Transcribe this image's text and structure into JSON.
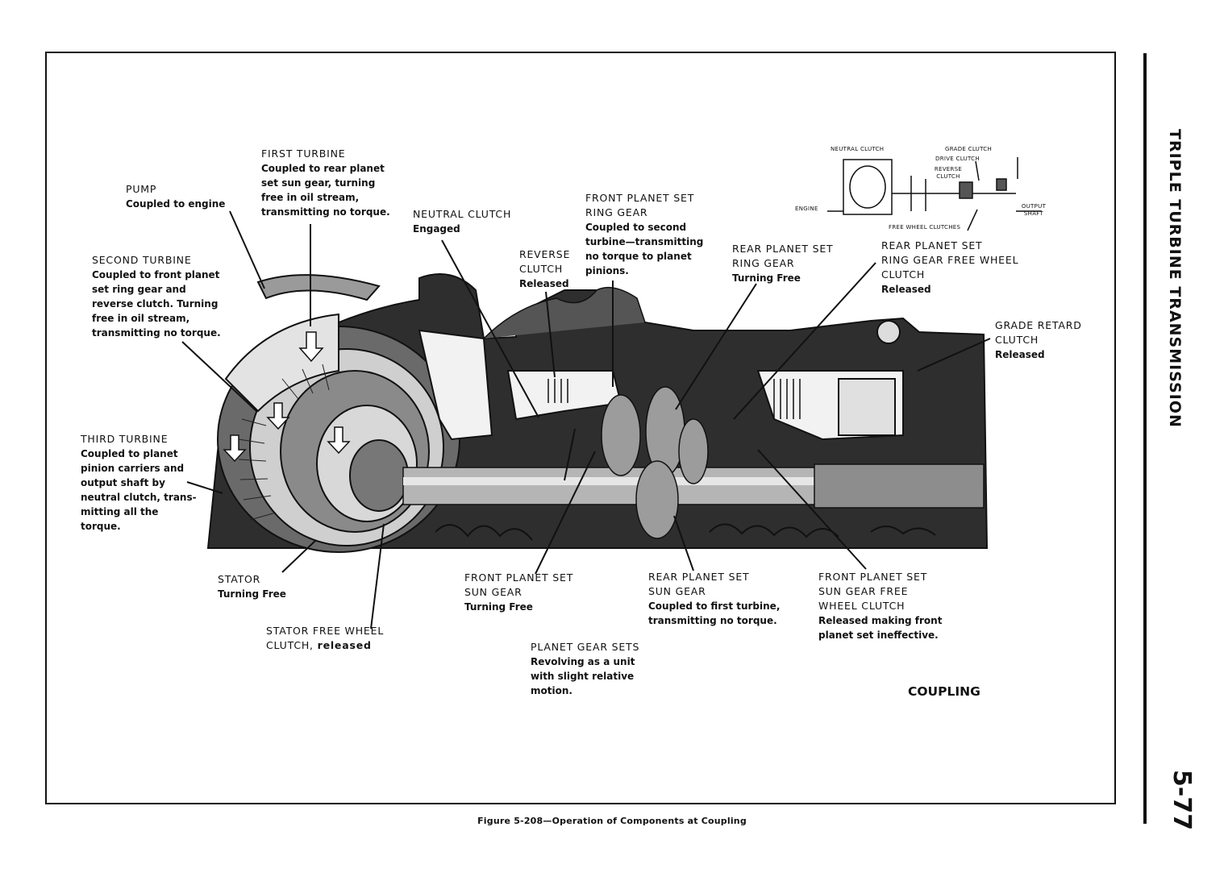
{
  "page": {
    "side_title": "TRIPLE TURBINE TRANSMISSION",
    "page_number": "5-77",
    "caption": "Figure 5-208—Operation of Components at Coupling",
    "mode_label": "COUPLING"
  },
  "inset": {
    "neutral_clutch": "NEUTRAL CLUTCH",
    "grade_clutch": "GRADE CLUTCH",
    "drive_clutch": "DRIVE CLUTCH",
    "reverse_clutch": "REVERSE CLUTCH",
    "engine": "ENGINE",
    "output_shaft": "OUTPUT SHAFT",
    "free_wheel_clutches": "FREE WHEEL CLUTCHES"
  },
  "labels": {
    "pump": {
      "title": "PUMP",
      "desc": [
        "Coupled to engine"
      ]
    },
    "first_turbine": {
      "title": "FIRST TURBINE",
      "desc": [
        "Coupled to rear planet",
        "set sun gear, turning",
        "free in oil stream,",
        "transmitting no torque."
      ]
    },
    "second_turbine": {
      "title": "SECOND TURBINE",
      "desc": [
        "Coupled to front planet",
        "set ring gear and",
        "reverse clutch. Turning",
        "free in oil stream,",
        "transmitting no torque."
      ]
    },
    "third_turbine": {
      "title": "THIRD TURBINE",
      "desc": [
        "Coupled to planet",
        "pinion carriers and",
        "output shaft by",
        "neutral clutch, trans-",
        "mitting all the",
        "torque."
      ]
    },
    "neutral_clutch": {
      "title": "NEUTRAL CLUTCH",
      "desc": [
        "Engaged"
      ]
    },
    "reverse_clutch": {
      "title": [
        "REVERSE",
        "CLUTCH"
      ],
      "desc": [
        "Released"
      ]
    },
    "front_ring_gear": {
      "title": [
        "FRONT PLANET SET",
        "RING GEAR"
      ],
      "desc": [
        "Coupled to second",
        "turbine—transmitting",
        "no torque to planet",
        "pinions."
      ]
    },
    "rear_ring_gear": {
      "title": [
        "REAR PLANET SET",
        "RING GEAR"
      ],
      "desc": [
        "Turning Free"
      ]
    },
    "rear_ring_free_wheel": {
      "title": [
        "REAR PLANET SET",
        "RING GEAR FREE WHEEL",
        "CLUTCH"
      ],
      "desc": [
        "Released"
      ]
    },
    "grade_retard": {
      "title": [
        "GRADE RETARD",
        "CLUTCH"
      ],
      "desc": [
        "Released"
      ]
    },
    "stator": {
      "title": "STATOR",
      "desc": [
        "Turning Free"
      ]
    },
    "stator_free_wheel": {
      "title": "STATOR FREE WHEEL",
      "title2": "CLUTCH, ",
      "desc_inline": "released"
    },
    "front_sun_gear": {
      "title": [
        "FRONT PLANET SET",
        "SUN GEAR"
      ],
      "desc": [
        "Turning Free"
      ]
    },
    "rear_sun_gear": {
      "title": [
        "REAR PLANET SET",
        "SUN GEAR"
      ],
      "desc": [
        "Coupled to first turbine,",
        "transmitting no torque."
      ]
    },
    "front_sun_free_wheel": {
      "title": [
        "FRONT PLANET SET",
        "SUN GEAR FREE",
        "WHEEL CLUTCH"
      ],
      "desc": [
        "Released making front",
        "planet set ineffective."
      ]
    },
    "planet_gear_sets": {
      "title": "PLANET GEAR SETS",
      "desc": [
        "Revolving as a unit",
        "with slight relative",
        "motion."
      ]
    }
  }
}
